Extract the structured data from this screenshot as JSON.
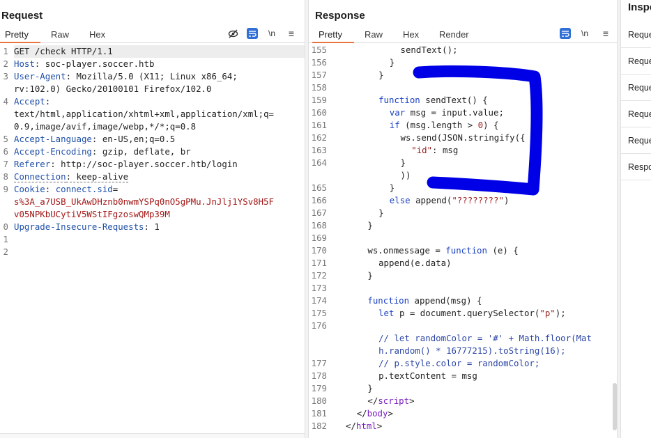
{
  "request": {
    "title": "Request",
    "tabs": [
      "Pretty",
      "Raw",
      "Hex"
    ],
    "active_tab": "Pretty",
    "icons": [
      "eye-off-icon",
      "wrap-lines-icon",
      "newline-icon",
      "menu-icon"
    ],
    "newline_glyph": "\\n",
    "lines": [
      {
        "n": "1",
        "parts": [
          {
            "t": "GET /check HTTP/1.1",
            "c": "v"
          }
        ]
      },
      {
        "n": "2",
        "parts": [
          {
            "t": "Host",
            "c": "k"
          },
          {
            "t": ": soc-player.soccer.htb",
            "c": "v"
          }
        ]
      },
      {
        "n": "3",
        "parts": [
          {
            "t": "User-Agent",
            "c": "k"
          },
          {
            "t": ": Mozilla/5.0 (X11; Linux x86_64;",
            "c": "v"
          }
        ]
      },
      {
        "n": "",
        "parts": [
          {
            "t": "rv:102.0) Gecko/20100101 Firefox/102.0",
            "c": "v"
          }
        ]
      },
      {
        "n": "4",
        "parts": [
          {
            "t": "Accept",
            "c": "k"
          },
          {
            "t": ":",
            "c": "v"
          }
        ]
      },
      {
        "n": "",
        "parts": [
          {
            "t": "text/html,application/xhtml+xml,application/xml;q=",
            "c": "v"
          }
        ]
      },
      {
        "n": "",
        "parts": [
          {
            "t": "0.9,image/avif,image/webp,*/*;q=0.8",
            "c": "v"
          }
        ]
      },
      {
        "n": "5",
        "parts": [
          {
            "t": "Accept-Language",
            "c": "k"
          },
          {
            "t": ": en-US,en;q=0.5",
            "c": "v"
          }
        ]
      },
      {
        "n": "6",
        "parts": [
          {
            "t": "Accept-Encoding",
            "c": "k"
          },
          {
            "t": ": gzip, deflate, br",
            "c": "v"
          }
        ]
      },
      {
        "n": "7",
        "parts": [
          {
            "t": "Referer",
            "c": "k"
          },
          {
            "t": ": http://soc-player.soccer.htb/login",
            "c": "v"
          }
        ]
      },
      {
        "n": "8",
        "parts": [
          {
            "t": "Connection",
            "c": "k dotted"
          },
          {
            "t": ": keep-alive",
            "c": "v dotted"
          }
        ]
      },
      {
        "n": "9",
        "parts": [
          {
            "t": "Cookie",
            "c": "k"
          },
          {
            "t": ": ",
            "c": "v"
          },
          {
            "t": "connect.sid",
            "c": "k"
          },
          {
            "t": "=",
            "c": "v"
          }
        ]
      },
      {
        "n": "",
        "parts": [
          {
            "t": "s%3A_a7USB_UkAwDHznb0nwmYSPq0nO5gPMu.JnJlj1YSv8H5F",
            "c": "ck"
          }
        ]
      },
      {
        "n": "",
        "parts": [
          {
            "t": "v05NPKbUCytiV5WStIFgzoswQMp39M",
            "c": "ck"
          }
        ]
      },
      {
        "n": "0",
        "parts": [
          {
            "t": "Upgrade-Insecure-Requests",
            "c": "k"
          },
          {
            "t": ": 1",
            "c": "v"
          }
        ]
      },
      {
        "n": "1",
        "parts": []
      },
      {
        "n": "2",
        "parts": []
      }
    ]
  },
  "response": {
    "title": "Response",
    "tabs": [
      "Pretty",
      "Raw",
      "Hex",
      "Render"
    ],
    "active_tab": "Pretty",
    "icons": [
      "wrap-lines-icon",
      "newline-icon",
      "menu-icon"
    ],
    "newline_glyph": "\\n",
    "lines": [
      {
        "n": "155",
        "i": 5,
        "parts": [
          {
            "t": "sendText();",
            "c": "v"
          }
        ]
      },
      {
        "n": "156",
        "i": 4,
        "parts": [
          {
            "t": "}",
            "c": "v"
          }
        ]
      },
      {
        "n": "157",
        "i": 3,
        "parts": [
          {
            "t": "}",
            "c": "v"
          }
        ]
      },
      {
        "n": "158",
        "i": 0,
        "parts": []
      },
      {
        "n": "159",
        "i": 3,
        "parts": [
          {
            "t": "function",
            "c": "kw"
          },
          {
            "t": " sendText() {",
            "c": "v"
          }
        ]
      },
      {
        "n": "160",
        "i": 4,
        "parts": [
          {
            "t": "var",
            "c": "kw"
          },
          {
            "t": " msg = input.value;",
            "c": "v"
          }
        ]
      },
      {
        "n": "161",
        "i": 4,
        "parts": [
          {
            "t": "if",
            "c": "kw"
          },
          {
            "t": " (msg.length > ",
            "c": "v"
          },
          {
            "t": "0",
            "c": "num"
          },
          {
            "t": ") {",
            "c": "v"
          }
        ]
      },
      {
        "n": "162",
        "i": 5,
        "parts": [
          {
            "t": "ws.send(JSON.stringify({",
            "c": "v"
          }
        ]
      },
      {
        "n": "163",
        "i": 6,
        "parts": [
          {
            "t": "\"id\"",
            "c": "str"
          },
          {
            "t": ": msg",
            "c": "v"
          }
        ]
      },
      {
        "n": "164",
        "i": 5,
        "parts": [
          {
            "t": "}",
            "c": "v"
          }
        ]
      },
      {
        "n": "",
        "i": 5,
        "parts": [
          {
            "t": "))",
            "c": "v"
          }
        ]
      },
      {
        "n": "165",
        "i": 4,
        "parts": [
          {
            "t": "}",
            "c": "v"
          }
        ]
      },
      {
        "n": "166",
        "i": 4,
        "parts": [
          {
            "t": "else",
            "c": "kw"
          },
          {
            "t": " append(",
            "c": "v"
          },
          {
            "t": "\"????????\"",
            "c": "str"
          },
          {
            "t": ")",
            "c": "v"
          }
        ]
      },
      {
        "n": "167",
        "i": 3,
        "parts": [
          {
            "t": "}",
            "c": "v"
          }
        ]
      },
      {
        "n": "168",
        "i": 2,
        "parts": [
          {
            "t": "}",
            "c": "v"
          }
        ]
      },
      {
        "n": "169",
        "i": 0,
        "parts": []
      },
      {
        "n": "170",
        "i": 2,
        "parts": [
          {
            "t": "ws.onmessage = ",
            "c": "v"
          },
          {
            "t": "function",
            "c": "kw"
          },
          {
            "t": " (e) {",
            "c": "v"
          }
        ]
      },
      {
        "n": "171",
        "i": 3,
        "parts": [
          {
            "t": "append(e.data)",
            "c": "v"
          }
        ]
      },
      {
        "n": "172",
        "i": 2,
        "parts": [
          {
            "t": "}",
            "c": "v"
          }
        ]
      },
      {
        "n": "173",
        "i": 0,
        "parts": []
      },
      {
        "n": "174",
        "i": 2,
        "parts": [
          {
            "t": "function",
            "c": "kw"
          },
          {
            "t": " append(msg) {",
            "c": "v"
          }
        ]
      },
      {
        "n": "175",
        "i": 3,
        "parts": [
          {
            "t": "let",
            "c": "kw"
          },
          {
            "t": " p = document.querySelector(",
            "c": "v"
          },
          {
            "t": "\"p\"",
            "c": "str"
          },
          {
            "t": ");",
            "c": "v"
          }
        ]
      },
      {
        "n": "176",
        "i": 0,
        "parts": []
      },
      {
        "n": "",
        "i": 3,
        "parts": [
          {
            "t": "// let randomColor = '#' + Math.floor(Mat",
            "c": "cm"
          }
        ]
      },
      {
        "n": "",
        "i": 3,
        "parts": [
          {
            "t": "h.random() * 16777215).toString(16);",
            "c": "cm"
          }
        ]
      },
      {
        "n": "177",
        "i": 3,
        "parts": [
          {
            "t": "// p.style.color = randomColor;",
            "c": "cm"
          }
        ]
      },
      {
        "n": "178",
        "i": 3,
        "parts": [
          {
            "t": "p.textContent = msg",
            "c": "v"
          }
        ]
      },
      {
        "n": "179",
        "i": 2,
        "parts": [
          {
            "t": "}",
            "c": "v"
          }
        ]
      },
      {
        "n": "180",
        "i": 2,
        "parts": [
          {
            "t": "</",
            "c": "v"
          },
          {
            "t": "script",
            "c": "tag"
          },
          {
            "t": ">",
            "c": "v"
          }
        ]
      },
      {
        "n": "181",
        "i": 1,
        "parts": [
          {
            "t": "</",
            "c": "v"
          },
          {
            "t": "body",
            "c": "tag"
          },
          {
            "t": ">",
            "c": "v"
          }
        ]
      },
      {
        "n": "182",
        "i": 0,
        "parts": [
          {
            "t": "</",
            "c": "v"
          },
          {
            "t": "html",
            "c": "tag"
          },
          {
            "t": ">",
            "c": "v"
          }
        ]
      }
    ]
  },
  "inspector": {
    "title": "Inspe",
    "items": [
      "Reque",
      "Reque",
      "Reque",
      "Reque",
      "Reque",
      "Respo"
    ]
  },
  "colors": {
    "accent_tab": "#e8743b",
    "annotation": "#0000e6",
    "icon_blue": "#2f6fd6"
  }
}
